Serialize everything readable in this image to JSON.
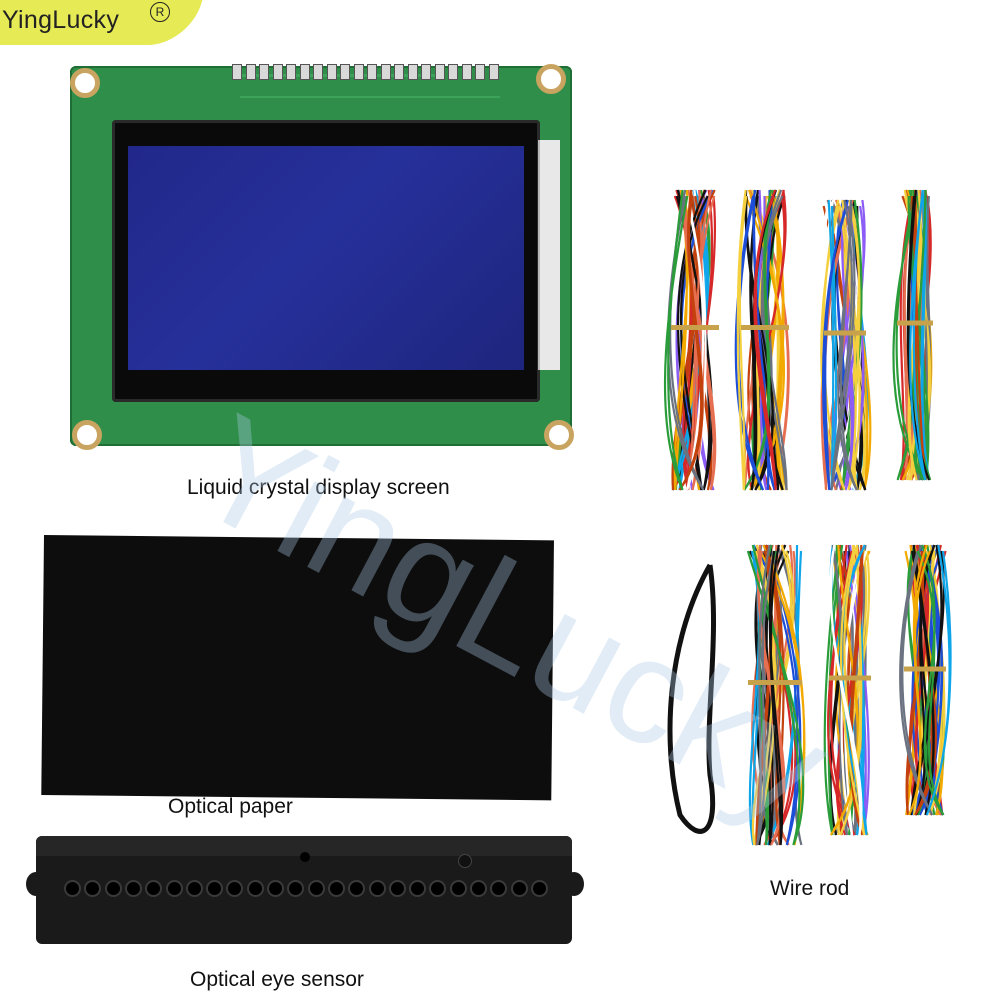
{
  "brand": {
    "name": "YingLucky",
    "reg_mark": "R"
  },
  "watermark": "YingLucky",
  "products": [
    {
      "label": "Liquid crystal display screen"
    },
    {
      "label": "Optical paper"
    },
    {
      "label": "Optical eye sensor"
    },
    {
      "label": "Wire rod"
    }
  ],
  "colors": {
    "pcb": "#2f8f4a",
    "lcd_glass": "#22288a",
    "brand_badge": "#e6ea55"
  }
}
